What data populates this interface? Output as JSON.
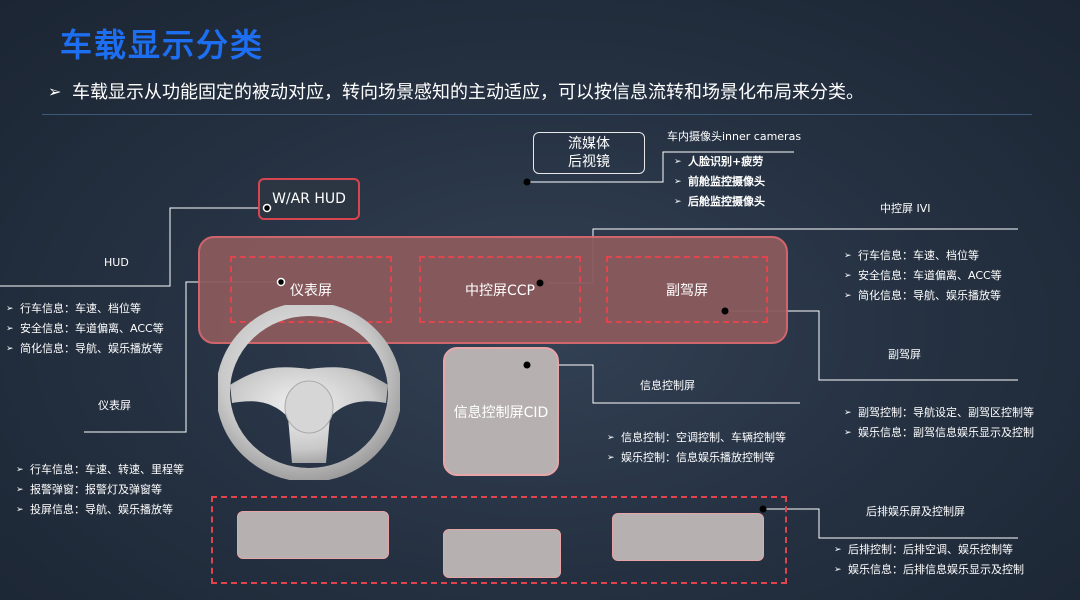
{
  "title": "车载显示分类",
  "subtitle": {
    "arrow": "➢",
    "text": "车载显示从功能固定的被动对应，转向场景感知的主动适应，可以按信息流转和场景化布局来分类。"
  },
  "hud_box": "W/AR HUD",
  "stream_box": {
    "line1": "流媒体",
    "line2": "后视镜"
  },
  "dash": {
    "cluster": "仪表屏",
    "ccp": "中控屏CCP",
    "passenger": "副驾屏"
  },
  "cid_label": "信息控制屏CID",
  "callouts": {
    "inner_cameras": {
      "title": "车内摄像头inner cameras",
      "items": [
        "人脸识别+疲劳",
        "前舱监控摄像头",
        "后舱监控摄像头"
      ]
    },
    "ivi": {
      "title": "中控屏 IVI",
      "items": [
        "行车信息：车速、档位等",
        "安全信息：车道偏离、ACC等",
        "简化信息：导航、娱乐播放等"
      ]
    },
    "hud": {
      "title": "HUD",
      "items": [
        "行车信息：车速、档位等",
        "安全信息：车道偏离、ACC等",
        "简化信息：导航、娱乐播放等"
      ]
    },
    "passenger": {
      "title": "副驾屏",
      "items": [
        "副驾控制：导航设定、副驾区控制等",
        "娱乐信息：副驾信息娱乐显示及控制"
      ]
    },
    "info_ctrl": {
      "title": "信息控制屏",
      "items": [
        "信息控制：空调控制、车辆控制等",
        "娱乐控制：信息娱乐播放控制等"
      ]
    },
    "cluster": {
      "title": "仪表屏",
      "items": [
        "行车信息：车速、转速、里程等",
        "报警弹窗：报警灯及弹窗等",
        "投屏信息：导航、娱乐播放等"
      ]
    },
    "rear": {
      "title": "后排娱乐屏及控制屏",
      "items": [
        "后排控制：后排空调、娱乐控制等",
        "娱乐信息：后排信息娱乐显示及控制"
      ]
    }
  },
  "bullet": "➢",
  "colors": {
    "title": "#1d6ef0",
    "accent_red": "#e0454d",
    "screen_gray": "#b7b0b1"
  }
}
